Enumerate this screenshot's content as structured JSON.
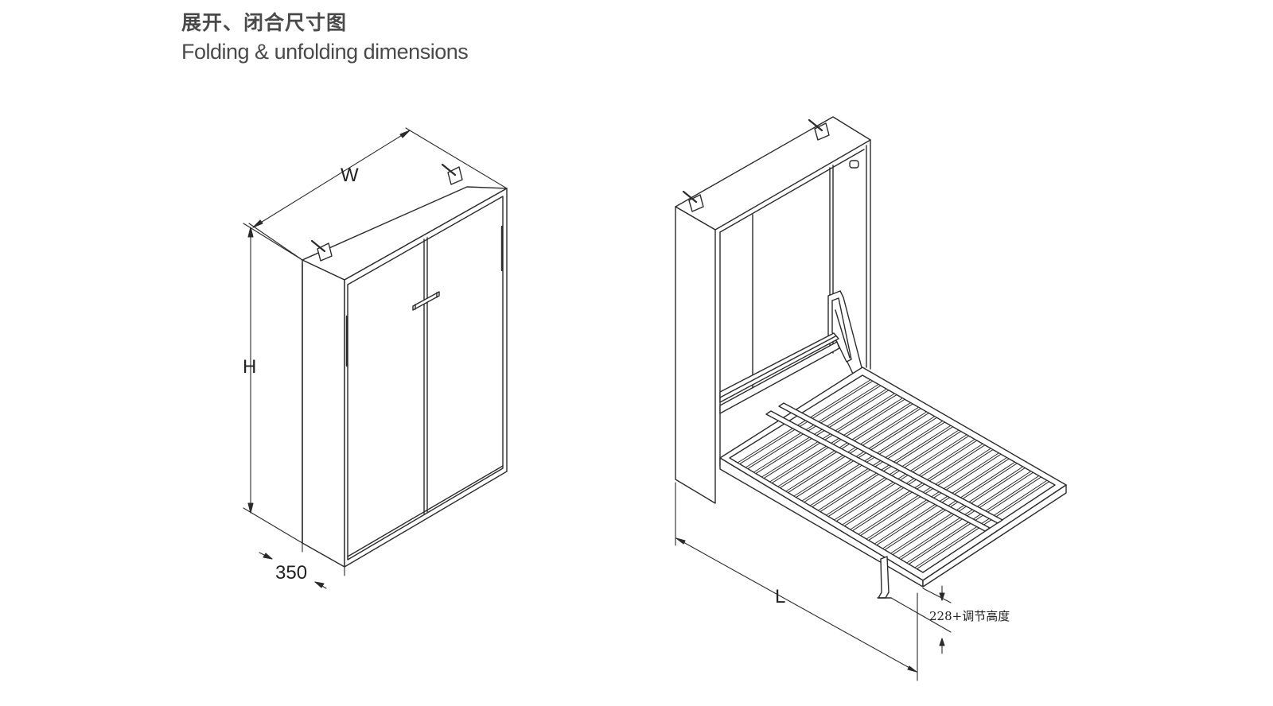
{
  "header": {
    "title_cn": "展开、闭合尺寸图",
    "title_en": "Folding & unfolding dimensions"
  },
  "closed_view": {
    "width_label": "W",
    "height_label": "H",
    "depth_label": "350"
  },
  "open_view": {
    "length_label": "L",
    "leg_height_note": "228+调节高度"
  },
  "colors": {
    "line": "#2b2b2b",
    "text": "#4a4a4a"
  }
}
